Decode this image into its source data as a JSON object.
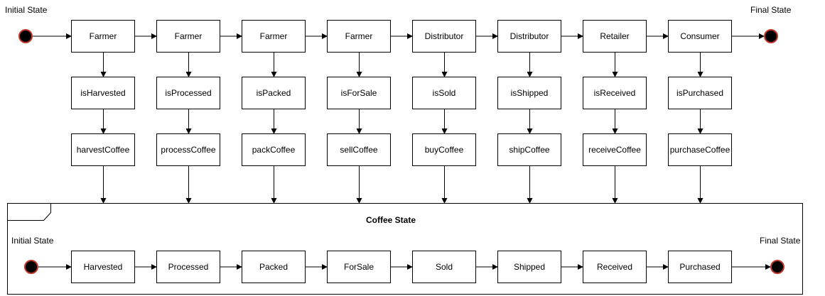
{
  "top": {
    "initial_label": "Initial State",
    "final_label": "Final State",
    "actors": [
      "Farmer",
      "Farmer",
      "Farmer",
      "Farmer",
      "Distributor",
      "Distributor",
      "Retailer",
      "Consumer"
    ],
    "checks": [
      "isHarvested",
      "isProcessed",
      "isPacked",
      "isForSale",
      "isSold",
      "isShipped",
      "isReceived",
      "isPurchased"
    ],
    "functions": [
      "harvestCoffee",
      "processCoffee",
      "packCoffee",
      "sellCoffee",
      "buyCoffee",
      "shipCoffee",
      "receiveCoffee",
      "purchaseCoffee"
    ]
  },
  "coffee_state": {
    "title": "Coffee State",
    "initial_label": "Initial State",
    "final_label": "Final State",
    "states": [
      "Harvested",
      "Processed",
      "Packed",
      "ForSale",
      "Sold",
      "Shipped",
      "Received",
      "Purchased"
    ]
  },
  "colors": {
    "start_end_fill": "#000000",
    "start_end_stroke": "#c0392b",
    "line": "#000000"
  }
}
